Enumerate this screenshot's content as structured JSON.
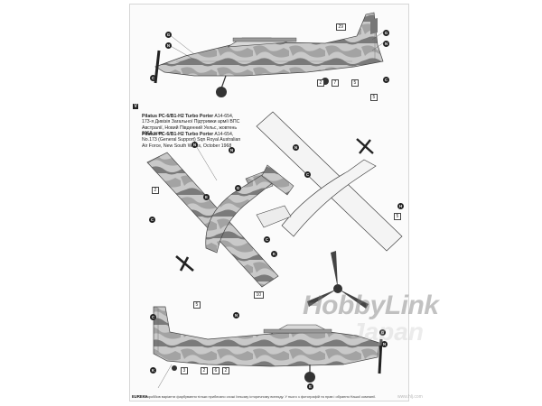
{
  "colors": {
    "paper": "#fbfbfb",
    "camo_light": "#c9c9c9",
    "camo_mid": "#a3a3a3",
    "camo_dark": "#6f6f6f",
    "ink": "#1e1e1e"
  },
  "variant_badge": "V",
  "caption_ukr": {
    "title": "Pilatus PC-6/B1-H2 Turbo Porter",
    "text": "A14-654, 173-я Дивізія Загальної Підтримки армії ВПС Австралії, Новий Південний Уельс, жовтень 1968 року"
  },
  "caption_eng": {
    "title": "Pilatus PC-6/B1-H2 Turbo Porter",
    "text": "A14-654, No.173 (General Support) Sqn Royal Australian Air Force, New South Wales, October 1968"
  },
  "decal_numbers": [
    "29",
    "2",
    "7",
    "5",
    "5",
    "2",
    "10",
    "5",
    "3",
    "2",
    "6",
    "2",
    "5"
  ],
  "color_codes": [
    "G",
    "N",
    "C",
    "E",
    "H",
    "K"
  ],
  "brand": "EUREKA",
  "footer_text": "Воробйов варіанти фарбування тільки приблизно схожі їхньому історичному вигляду. У нього з фотографій та прав і обрання Нашої компанії.",
  "watermark": {
    "main": "HobbyLink",
    "sub": "Japan",
    "url": "www.hlj.com"
  }
}
